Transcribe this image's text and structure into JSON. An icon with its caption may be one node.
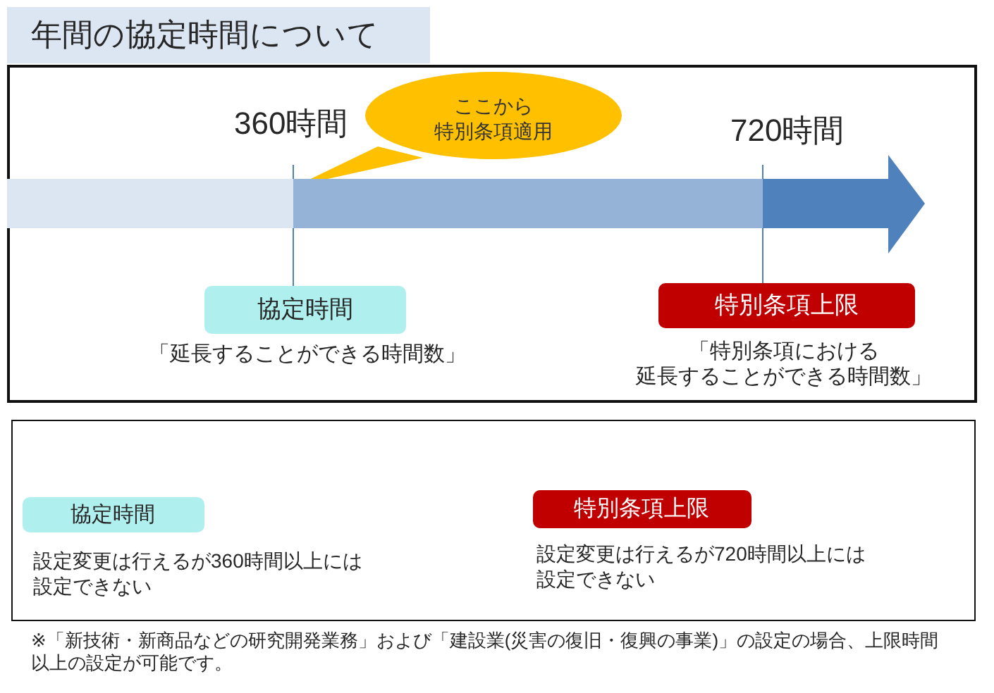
{
  "diagram": {
    "title": "年間の協定時間について",
    "nodes": [
      {
        "text": [],
        "shape": "box"
      },
      {
        "text": [
          "ここから特別条項適用"
        ],
        "in": 0
      },
      {
        "text": [],
        "shape": "bar",
        "beside": [
          "360時間",
          "720時間"
        ],
        "in": 0
      },
      {
        "text": [
          "協定時間"
        ],
        "beside": [
          "「延長することができる時間数」"
        ],
        "in": 0
      },
      {
        "text": [
          "特別条項上限"
        ],
        "beside": [
          "「特別条項における延長することができる時間数」"
        ],
        "in": 0
      },
      {
        "text": [],
        "shape": "box"
      },
      {
        "text": [
          "協定時間"
        ],
        "beside": [
          "設定変更は行えるが360時間以上には設定できない"
        ],
        "in": 5
      },
      {
        "text": [
          "特別条項上限"
        ],
        "beside": [
          "設定変更は行えるが720時間以上には設定できない"
        ],
        "in": 5
      }
    ],
    "edges": [
      {
        "from": 3,
        "to": 2,
        "arrow": "none"
      },
      {
        "from": 4,
        "to": 2,
        "arrow": "none"
      }
    ],
    "labels": [
      "※「新技術・新商品などの研究開発業務」および「建設業(災害の復旧・復興の事業)」の設定の場合、上限時間以上の設定が可能です。"
    ]
  }
}
